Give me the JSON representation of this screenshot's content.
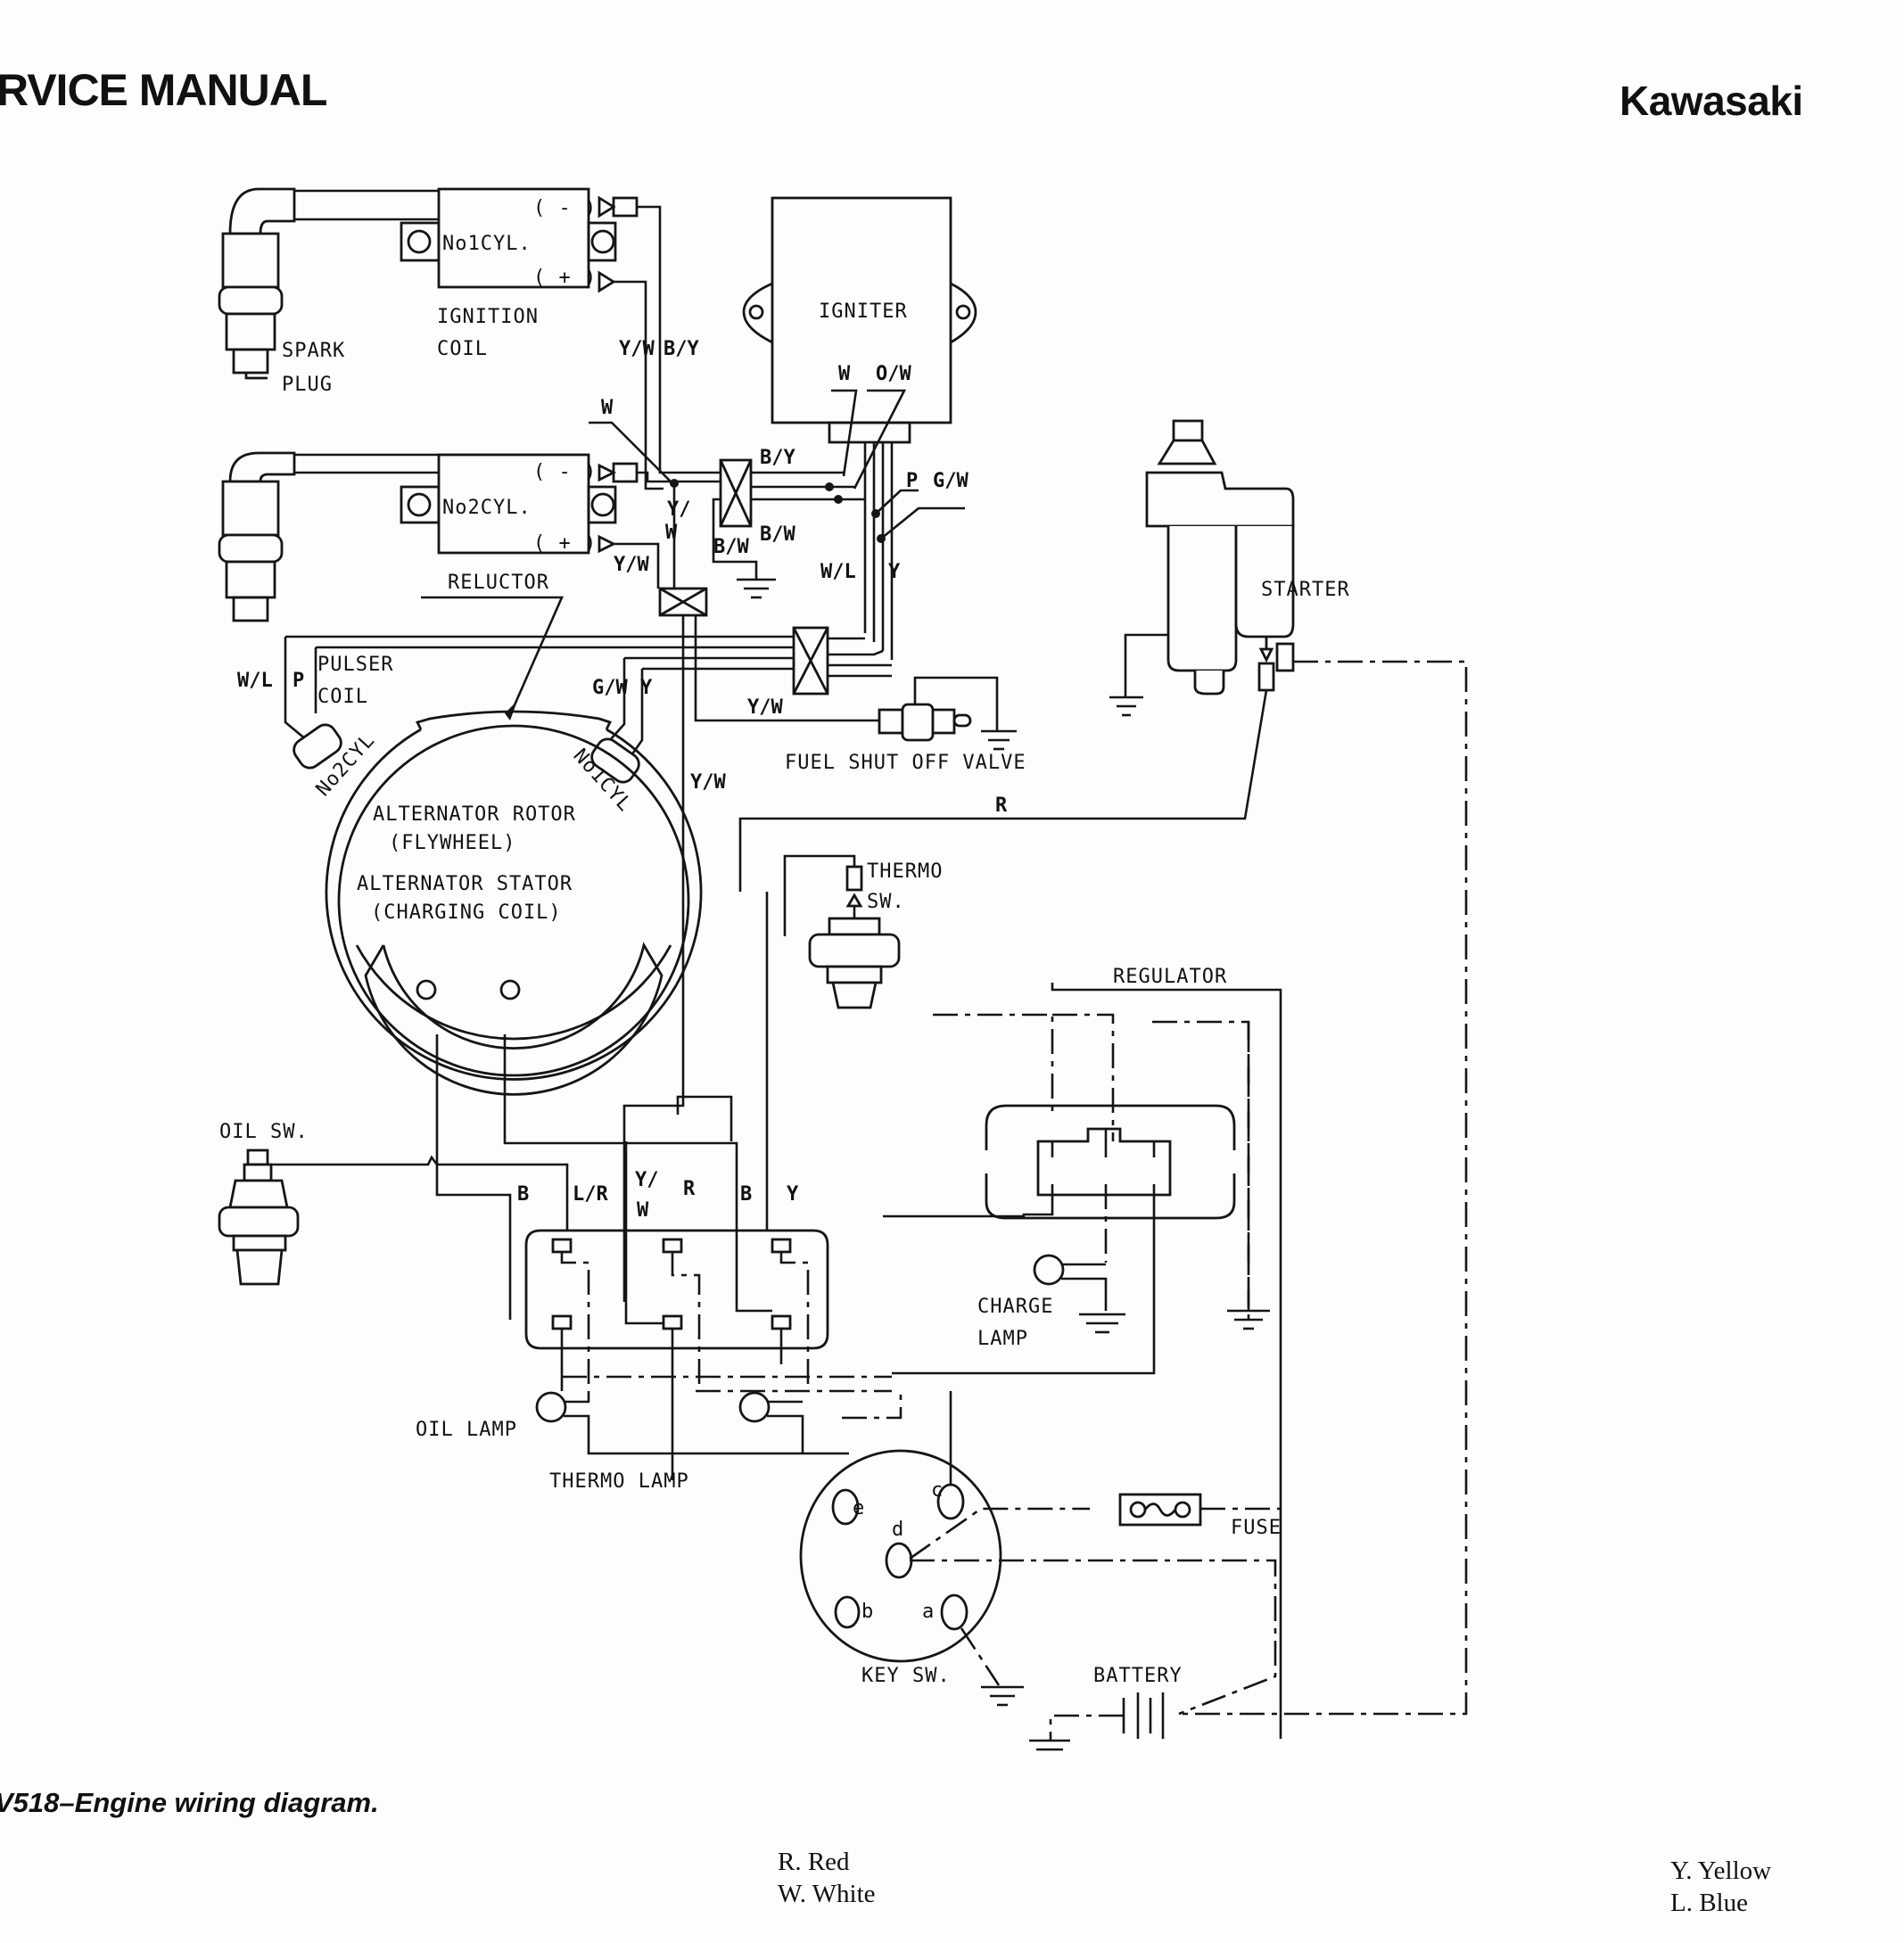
{
  "header": {
    "left_title": "RVICE MANUAL",
    "right_title": "Kawasaki"
  },
  "caption": "V518–Engine wiring diagram.",
  "legend": {
    "left": [
      "R. Red",
      "W. White"
    ],
    "right": [
      "Y. Yellow",
      "L. Blue"
    ]
  },
  "components": {
    "spark_plug": "SPARK",
    "spark_plug_2": "PLUG",
    "cyl1": "No1CYL.",
    "cyl2": "No2CYL.",
    "ignition_coil_1": "IGNITION",
    "ignition_coil_2": "COIL",
    "reluctor": "RELUCTOR",
    "igniter": "IGNITER",
    "pulser_coil_1": "PULSER",
    "pulser_coil_2": "COIL",
    "no1cyl_pulser": "No1CYL",
    "no2cyl_pulser": "No2CYL",
    "alt_rotor": "ALTERNATOR ROTOR",
    "flywheel": "(FLYWHEEL)",
    "alt_stator": "ALTERNATOR STATOR",
    "charging_coil": "(CHARGING COIL)",
    "starter": "STARTER",
    "fuel_valve": "FUEL SHUT OFF VALVE",
    "thermo_sw_1": "THERMO",
    "thermo_sw_2": "SW.",
    "regulator": "REGULATOR",
    "oil_sw": "OIL SW.",
    "charge_lamp_1": "CHARGE",
    "charge_lamp_2": "LAMP",
    "oil_lamp": "OIL LAMP",
    "thermo_lamp": "THERMO LAMP",
    "key_sw": "KEY SW.",
    "fuse": "FUSE",
    "battery": "BATTERY"
  },
  "terminals": {
    "minus": "( - )",
    "plus": "( + )",
    "key_a": "a",
    "key_b": "b",
    "key_c": "c",
    "key_d": "d",
    "key_e": "e"
  },
  "wire_labels": {
    "yw_1": "Y/W",
    "by_1": "B/Y",
    "w_1": "W",
    "ow": "O/W",
    "w_2": "W",
    "by_2": "B/Y",
    "yw_slash": "Y/",
    "w_3": "W",
    "bw_1": "B/W",
    "bw_2": "B/W",
    "yw_2": "Y/W",
    "p": "P",
    "gw_1": "G/W",
    "wl_1": "W/L",
    "y_1": "Y",
    "wl_2": "W/L",
    "p_2": "P",
    "gw_2": "G/W",
    "y_2": "Y",
    "yw_3": "Y/W",
    "yw_4": "Y/W",
    "r_1": "R",
    "b_1": "B",
    "lr": "L/R",
    "yw_5a": "Y/",
    "yw_5b": "W",
    "r_2": "R",
    "b_2": "B",
    "y_3": "Y"
  }
}
